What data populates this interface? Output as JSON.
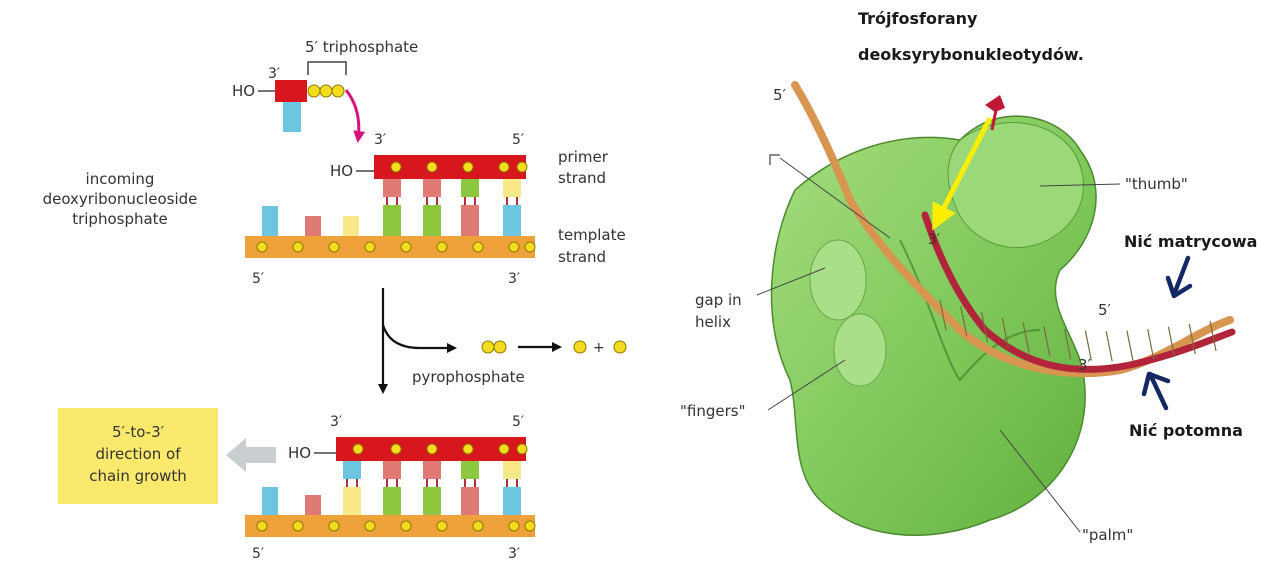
{
  "left_panel": {
    "triphosphate_label": "5′ triphosphate",
    "incoming_ho": "HO",
    "incoming_prime_3": "3′",
    "incoming_label": [
      "incoming",
      "deoxyribonucleoside",
      "triphosphate"
    ],
    "top_block": {
      "ho": "HO",
      "prime_3_top": "3′",
      "prime_5_top": "5′",
      "prime_5_bottom": "5′",
      "prime_3_bottom": "3′",
      "primer_label": [
        "primer",
        "strand"
      ],
      "template_label": [
        "template",
        "strand"
      ]
    },
    "pyrophosphate_label": "pyrophosphate",
    "pyrophosphate_products": "+",
    "bottom_block": {
      "ho": "HO",
      "prime_3_top": "3′",
      "prime_5_top": "5′",
      "prime_5_bottom": "5′",
      "prime_3_bottom": "3′"
    },
    "direction_box": [
      "5′-to-3′",
      "direction of",
      "chain growth"
    ]
  },
  "right_panel": {
    "triphosphate_pl": [
      "Trójfosforany",
      "deoksyrybonukleotydów."
    ],
    "label_5_top": "5′",
    "thumb_label": "\"thumb\"",
    "gap_label": [
      "gap in",
      "helix"
    ],
    "fingers_label": "\"fingers\"",
    "palm_label": "\"palm\"",
    "prime_3_inner": "3′",
    "prime_5_right": "5′",
    "prime_3_right": "3′",
    "template_pl": "Nić matrycowa",
    "daughter_pl": "Nić potomna"
  },
  "colors": {
    "primer_red": "#d8161e",
    "template_orange": "#f0a23a",
    "phosphate_yellow": "#f5dc1e",
    "base_blue": "#6cc6e0",
    "base_green": "#8dc63f",
    "base_pink": "#e07a74",
    "base_yellow": "#f7e98a",
    "direction_box": "#fbe96e",
    "polymerase_green": "#8fd16e",
    "arrow_magenta": "#d6127a",
    "arrow_yellow": "#ffee00",
    "arrow_navy": "#142864"
  }
}
